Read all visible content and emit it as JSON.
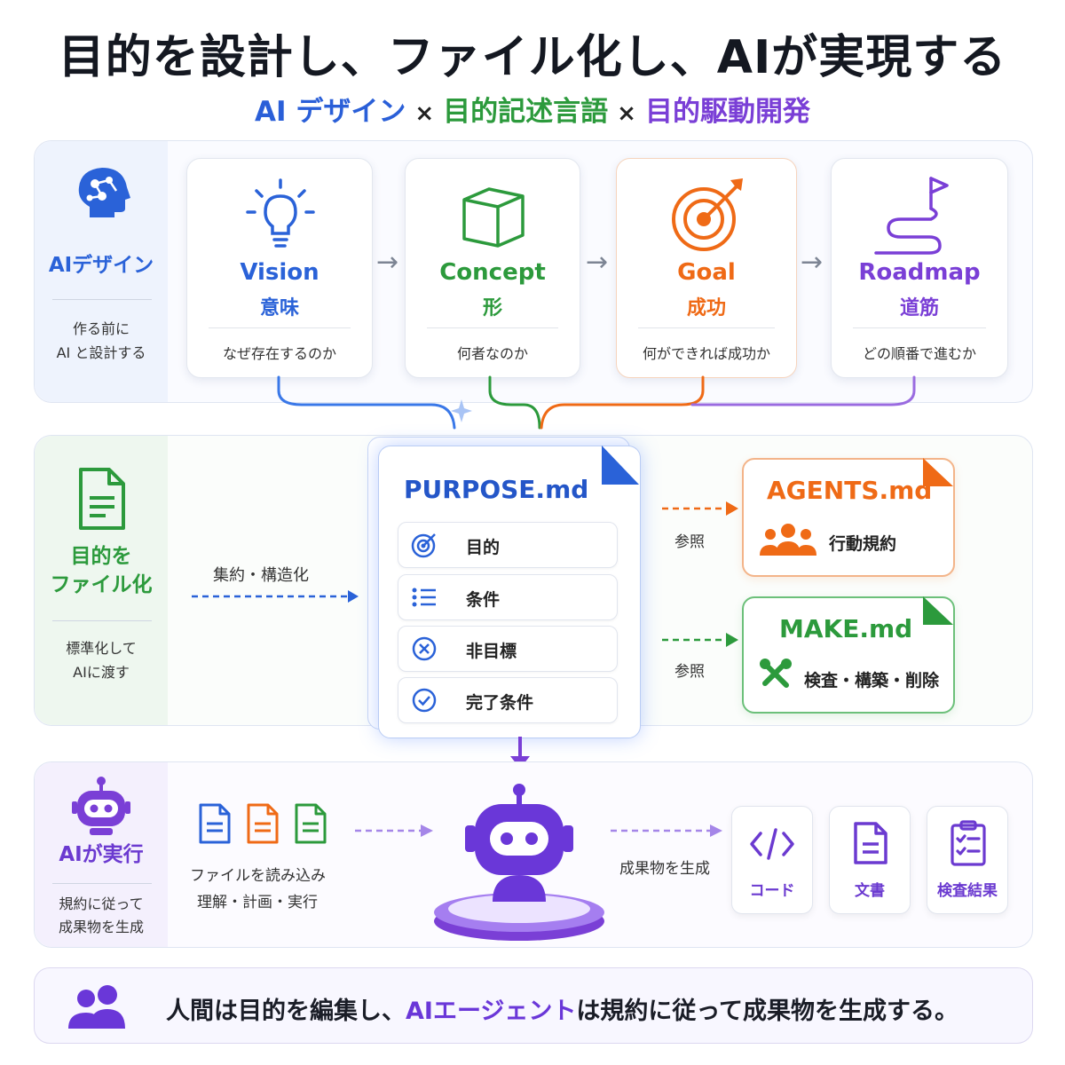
{
  "title": "目的を設計し、ファイル化し、AIが実現する",
  "subtitle": {
    "part1": "AI デザイン",
    "sep": "×",
    "part2": "目的記述言語",
    "part3": "目的駆動開発"
  },
  "section1": {
    "label": "AIデザイン",
    "desc1": "作る前に",
    "desc2": "AI と設計する",
    "cards": [
      {
        "title": "Vision",
        "sub": "意味",
        "desc": "なぜ存在するのか",
        "color": "#2a62d8",
        "icon": "lightbulb-icon"
      },
      {
        "title": "Concept",
        "sub": "形",
        "desc": "何者なのか",
        "color": "#2c9a3c",
        "icon": "cube-icon"
      },
      {
        "title": "Goal",
        "sub": "成功",
        "desc": "何ができれば成功か",
        "color": "#ef6a16",
        "icon": "target-icon"
      },
      {
        "title": "Roadmap",
        "sub": "道筋",
        "desc": "どの順番で進むか",
        "color": "#7a3fd6",
        "icon": "roadmap-flag-icon"
      }
    ]
  },
  "section2": {
    "label1": "目的を",
    "label2": "ファイル化",
    "desc1": "標準化して",
    "desc2": "AIに渡す",
    "arrow_label": "集約・構造化",
    "purpose": {
      "title": "PURPOSE.md",
      "rows": [
        "目的",
        "条件",
        "非目標",
        "完了条件"
      ]
    },
    "ref_label": "参照",
    "agents": {
      "title": "AGENTS.md",
      "label": "行動規約",
      "color": "#ef6a16"
    },
    "make": {
      "title": "MAKE.md",
      "label": "検査・構築・削除",
      "color": "#2c9a3c"
    }
  },
  "section3": {
    "label": "AIが実行",
    "desc1": "規約に従って",
    "desc2": "成果物を生成",
    "files_label1": "ファイルを読み込み",
    "files_label2": "理解・計画・実行",
    "gen_label": "成果物を生成",
    "outputs": [
      "コード",
      "文書",
      "検査結果"
    ]
  },
  "bottom": {
    "part1": "人間は目的を編集し、",
    "accent": "AIエージェント",
    "part2": "は規約に従って成果物を生成する。"
  },
  "colors": {
    "blue": "#2a62d8",
    "green": "#2c9a3c",
    "orange": "#ef6a16",
    "purple": "#7a3fd6"
  }
}
